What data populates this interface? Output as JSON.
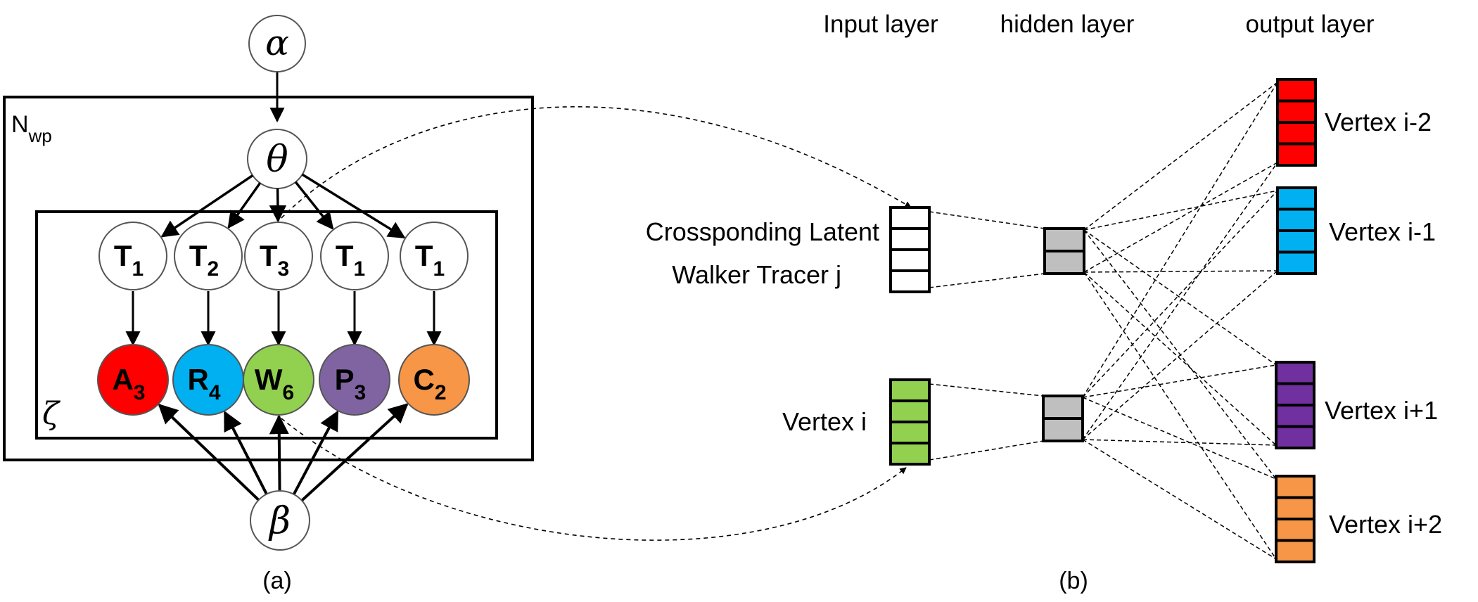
{
  "diagram_a": {
    "alpha": "α",
    "theta": "θ",
    "beta": "β",
    "plate_outer_label": "N",
    "plate_outer_sub": "wp",
    "zeta": "ζ",
    "caption": "(a)",
    "topics": [
      {
        "letter": "T",
        "sub": "1"
      },
      {
        "letter": "T",
        "sub": "2"
      },
      {
        "letter": "T",
        "sub": "3"
      },
      {
        "letter": "T",
        "sub": "1"
      },
      {
        "letter": "T",
        "sub": "1"
      }
    ],
    "words": [
      {
        "letter": "A",
        "sub": "3",
        "color": "#ff0000"
      },
      {
        "letter": "R",
        "sub": "4",
        "color": "#00b0f0"
      },
      {
        "letter": "W",
        "sub": "6",
        "color": "#92d050"
      },
      {
        "letter": "P",
        "sub": "3",
        "color": "#8064a2"
      },
      {
        "letter": "C",
        "sub": "2",
        "color": "#f79646"
      }
    ]
  },
  "diagram_b": {
    "header_input": "Input layer",
    "header_hidden": "hidden layer",
    "header_output": "output layer",
    "input_top_label_line1": "Crossponding Latent",
    "input_top_label_line2": "Walker Tracer j",
    "input_bottom_label": "Vertex i",
    "caption": "(b)",
    "input_top_color": "#ffffff",
    "input_bottom_color": "#92d050",
    "hidden_color": "#bfbfbf",
    "outputs": [
      {
        "label": "Vertex i-2",
        "color": "#ff0000"
      },
      {
        "label": "Vertex i-1",
        "color": "#00b0f0"
      },
      {
        "label": "Vertex i+1",
        "color": "#7030a0"
      },
      {
        "label": "Vertex i+2",
        "color": "#f79646"
      }
    ]
  }
}
